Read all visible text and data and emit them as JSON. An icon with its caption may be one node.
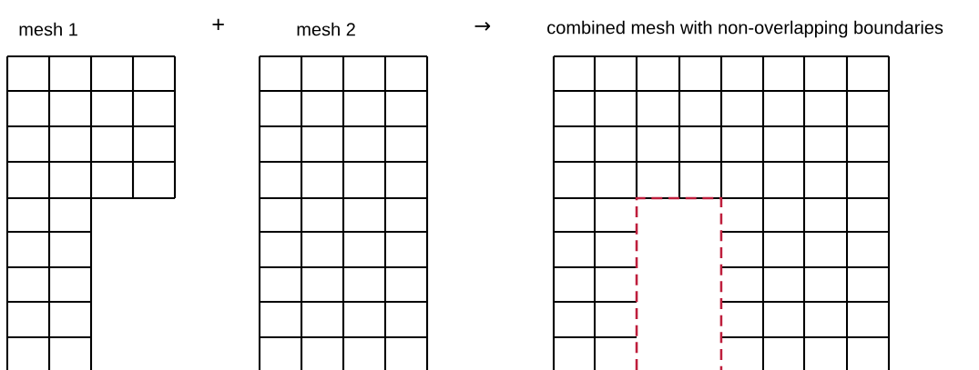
{
  "diagram": {
    "labels": [
      "mesh 1",
      "+",
      "mesh 2",
      "→",
      "combined mesh with non-overlapping boundaries"
    ]
  }
}
